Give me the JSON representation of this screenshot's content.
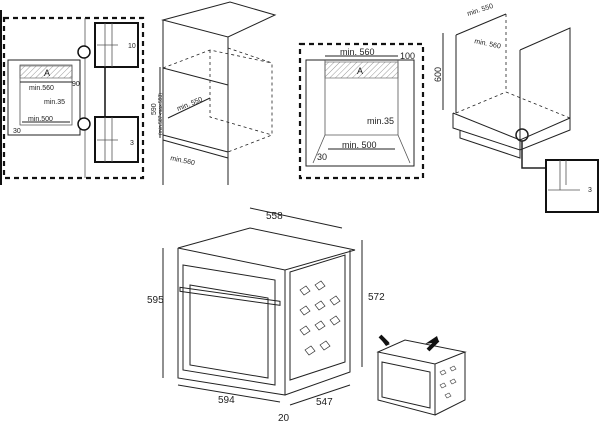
{
  "panel_cabinet_front": {
    "area_label": "A",
    "width_label": "min.560",
    "height_label": "90",
    "depth_label": "min.35",
    "bottom_label": "min.500",
    "side_label": "30",
    "detail_top": "10",
    "detail_bottom": "3"
  },
  "panel_tall_cabinet": {
    "height_label": "590",
    "height_range": "(min.587-max.593)",
    "depth_label": "min. 550",
    "width_label": "min.560"
  },
  "panel_cabinet_front_2": {
    "area_label": "A",
    "width_label": "min. 560",
    "height_label": "100",
    "depth_label": "min.35",
    "bottom_label": "min. 500",
    "side_label": "30"
  },
  "panel_under_counter": {
    "depth_label": "min. 550",
    "width_label": "min. 560",
    "height_label": "600",
    "detail_label": "3"
  },
  "oven_dimensions": {
    "top_depth": "558",
    "height_front": "595",
    "height_side": "572",
    "width": "594",
    "depth": "547",
    "door_offset": "20"
  },
  "colors": {
    "line": "#222222",
    "hatch": "#bbbbbb"
  }
}
